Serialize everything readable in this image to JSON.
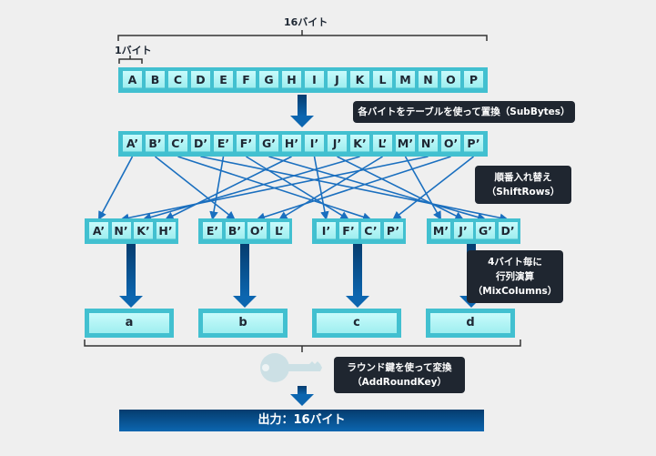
{
  "labels": {
    "total_bytes": "16バイト",
    "one_byte": "1バイト"
  },
  "input_bytes": [
    "A",
    "B",
    "C",
    "D",
    "E",
    "F",
    "G",
    "H",
    "I",
    "J",
    "K",
    "L",
    "M",
    "N",
    "O",
    "P"
  ],
  "subbytes_bytes": [
    "A’",
    "B’",
    "C’",
    "D’",
    "E’",
    "F’",
    "G’",
    "H’",
    "I’",
    "J’",
    "K’",
    "L’",
    "M’",
    "N’",
    "O’",
    "P’"
  ],
  "shifted_groups": [
    [
      "A’",
      "N’",
      "K’",
      "H’"
    ],
    [
      "E’",
      "B’",
      "O’",
      "L’"
    ],
    [
      "I’",
      "F’",
      "C’",
      "P’"
    ],
    [
      "M’",
      "J’",
      "G’",
      "D’"
    ]
  ],
  "mix_outputs": [
    "a",
    "b",
    "c",
    "d"
  ],
  "notes": {
    "subbytes": "各バイトをテーブルを使って置換（SubBytes）",
    "shiftrows_line1": "順番入れ替え",
    "shiftrows_line2": "（ShiftRows）",
    "mixcolumns_line1": "4バイト毎に",
    "mixcolumns_line2": "行列演算",
    "mixcolumns_line3": "（MixColumns）",
    "addroundkey_line1": "ラウンド鍵を使って変換",
    "addroundkey_line2": "（AddRoundKey）"
  },
  "output_label": "出力：16バイト",
  "icons": {
    "key": "key-icon"
  },
  "colors": {
    "cell_strip": "#42c0d0",
    "cell_fill": "#b8f8fa",
    "arrow_dark": "#053c6e",
    "arrow_light": "#0c66b0",
    "line_blue": "#1a6fbf",
    "note_bg": "#1f2630",
    "background": "#efefef"
  }
}
